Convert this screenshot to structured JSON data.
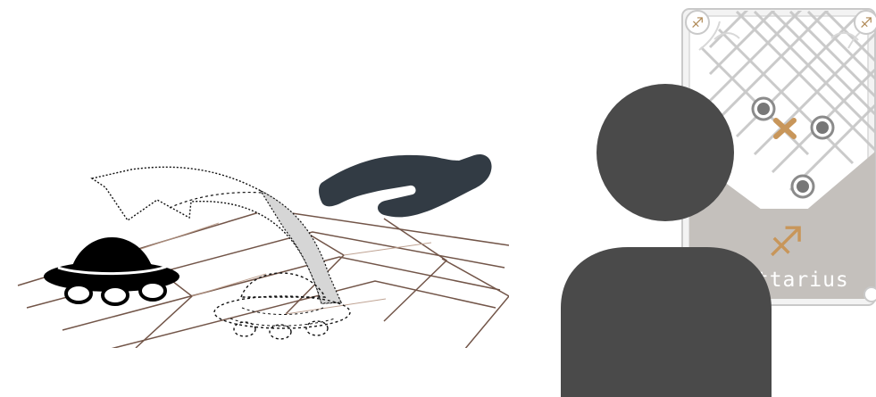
{
  "scene": {
    "left_panel": {
      "board": "isometric-grid",
      "token": "ufo-token",
      "action": "pickup-and-move",
      "hand": "hand-icon"
    },
    "right_panel": {
      "player": "player-silhouette",
      "card": {
        "name": "Sagittarius",
        "visible_text": "ittarius",
        "symbol": "♐",
        "corner_symbol": "♐"
      }
    }
  },
  "colors": {
    "token_black": "#000000",
    "hand_dark": "#323b44",
    "player_gray": "#4a4a4a",
    "card_gray": "#c4c0bc",
    "card_grid": "#c8c8c8",
    "card_accent": "#c8965a",
    "grid_line": "#6b4c3f"
  }
}
